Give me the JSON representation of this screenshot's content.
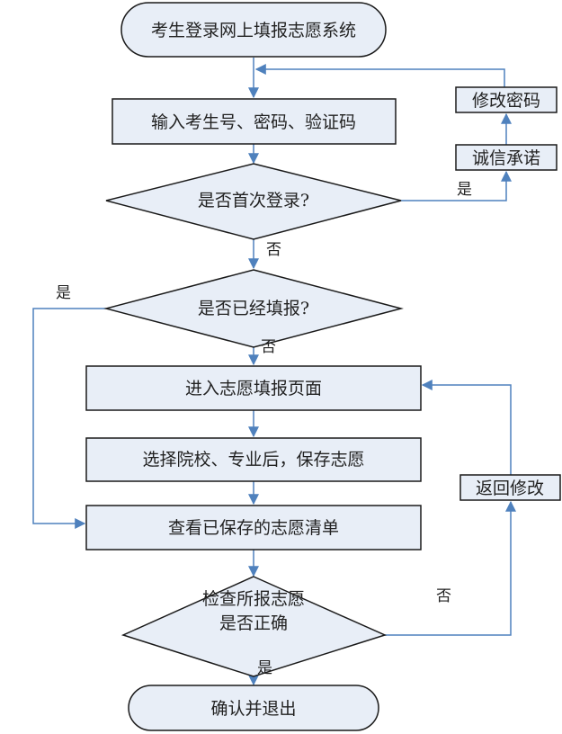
{
  "diagram": {
    "type": "flowchart",
    "nodes": {
      "start": {
        "label": "考生登录网上填报志愿系统",
        "shape": "terminal"
      },
      "input_credentials": {
        "label": "输入考生号、密码、验证码",
        "shape": "process"
      },
      "first_login": {
        "label": "是否首次登录?",
        "shape": "decision"
      },
      "integrity_pledge": {
        "label": "诚信承诺",
        "shape": "process"
      },
      "change_password": {
        "label": "修改密码",
        "shape": "process"
      },
      "already_filled": {
        "label": "是否已经填报?",
        "shape": "decision"
      },
      "enter_page": {
        "label": "进入志愿填报页面",
        "shape": "process"
      },
      "select_save": {
        "label": "选择院校、专业后，保存志愿",
        "shape": "process"
      },
      "view_list": {
        "label": "查看已保存的志愿清单",
        "shape": "process"
      },
      "check_correct": {
        "label_line1": "检查所报志愿",
        "label_line2": "是否正确",
        "shape": "decision"
      },
      "go_back_modify": {
        "label": "返回修改",
        "shape": "process"
      },
      "end": {
        "label": "确认并退出",
        "shape": "terminal"
      }
    },
    "edge_labels": {
      "first_login_yes": "是",
      "first_login_no": "否",
      "already_filled_yes": "是",
      "already_filled_no": "否",
      "check_no": "否",
      "check_yes": "是"
    },
    "edges": [
      {
        "from": "start",
        "to": "input_credentials"
      },
      {
        "from": "input_credentials",
        "to": "first_login"
      },
      {
        "from": "first_login",
        "to": "integrity_pledge",
        "label": "是"
      },
      {
        "from": "integrity_pledge",
        "to": "change_password"
      },
      {
        "from": "change_password",
        "to": "input_credentials"
      },
      {
        "from": "first_login",
        "to": "already_filled",
        "label": "否"
      },
      {
        "from": "already_filled",
        "to": "view_list",
        "label": "是"
      },
      {
        "from": "already_filled",
        "to": "enter_page",
        "label": "否"
      },
      {
        "from": "enter_page",
        "to": "select_save"
      },
      {
        "from": "select_save",
        "to": "view_list"
      },
      {
        "from": "view_list",
        "to": "check_correct"
      },
      {
        "from": "check_correct",
        "to": "go_back_modify",
        "label": "否"
      },
      {
        "from": "go_back_modify",
        "to": "enter_page"
      },
      {
        "from": "check_correct",
        "to": "end",
        "label": "是"
      }
    ],
    "colors": {
      "fill": "#e8eef7",
      "stroke": "#1a1a1a",
      "connector": "#4f81bd"
    }
  }
}
